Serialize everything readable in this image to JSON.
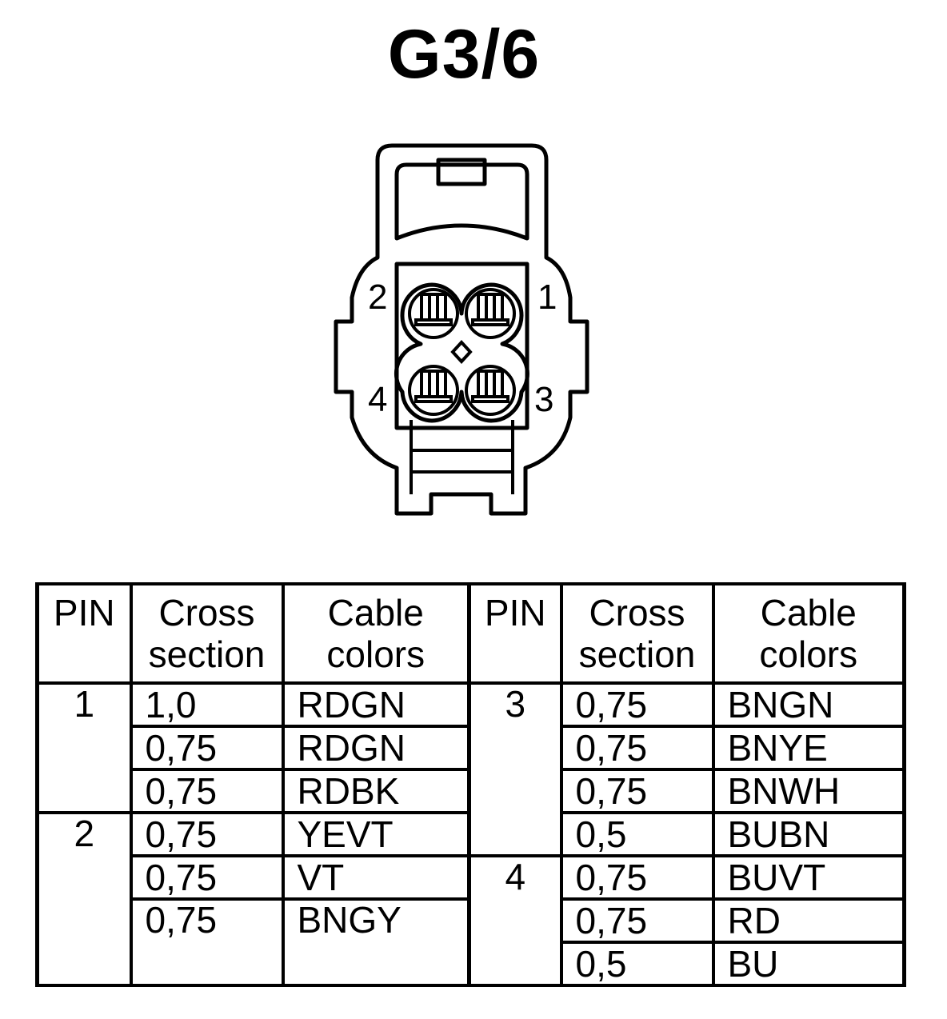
{
  "title": "G3/6",
  "connector": {
    "icon": "connector-face-icon",
    "pin_labels": [
      "1",
      "2",
      "3",
      "4"
    ]
  },
  "table": {
    "headers": {
      "pin": "PIN",
      "cross_line1": "Cross",
      "cross_line2": "section",
      "cable_line1": "Cable",
      "cable_line2": "colors"
    },
    "rows": [
      {
        "left_pin": "1",
        "left_cross": "1,0",
        "left_color": "RDGN",
        "right_pin": "3",
        "right_cross": "0,75",
        "right_color": "BNGN"
      },
      {
        "left_pin": "",
        "left_cross": "0,75",
        "left_color": "RDGN",
        "right_pin": "",
        "right_cross": "0,75",
        "right_color": "BNYE"
      },
      {
        "left_pin": "",
        "left_cross": "0,75",
        "left_color": "RDBK",
        "right_pin": "",
        "right_cross": "0,75",
        "right_color": "BNWH"
      },
      {
        "left_pin": "2",
        "left_cross": "0,75",
        "left_color": "YEVT",
        "right_pin": "",
        "right_cross": "0,5",
        "right_color": "BUBN"
      },
      {
        "left_pin": "",
        "left_cross": "0,75",
        "left_color": "VT",
        "right_pin": "4",
        "right_cross": "0,75",
        "right_color": "BUVT"
      },
      {
        "left_pin": "",
        "left_cross": "0,75",
        "left_color": "BNGY",
        "right_pin": "",
        "right_cross": "0,75",
        "right_color": "RD"
      },
      {
        "left_pin": "",
        "left_cross": "",
        "left_color": "",
        "right_pin": "",
        "right_cross": "0,5",
        "right_color": "BU"
      }
    ]
  }
}
